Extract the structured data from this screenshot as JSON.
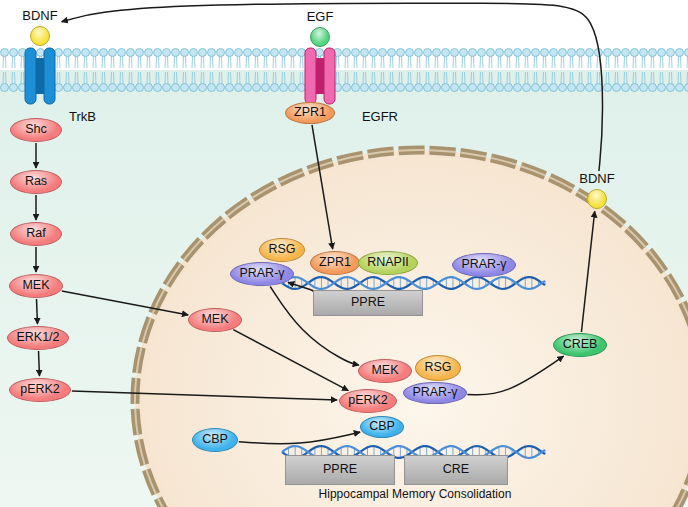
{
  "diagram": {
    "nodes": [
      {
        "text": [
          "BDNF"
        ]
      },
      {
        "text": [
          "TrkB"
        ]
      },
      {
        "text": [
          "EGF"
        ]
      },
      {
        "text": [
          "EGFR"
        ]
      },
      {
        "text": [
          "ZPR1"
        ]
      },
      {
        "text": [
          "Shc"
        ]
      },
      {
        "text": [
          "Ras"
        ]
      },
      {
        "text": [
          "Raf"
        ]
      },
      {
        "text": [
          "MEK"
        ]
      },
      {
        "text": [
          "ERK1/2"
        ]
      },
      {
        "text": [
          "pERK2"
        ]
      },
      {
        "text": [
          "ZPR1"
        ]
      },
      {
        "text": [
          "RNAPII"
        ]
      },
      {
        "text": [
          "PRAR-γ"
        ]
      },
      {
        "text": [
          "PPRE"
        ]
      },
      {
        "text": [
          "RSG"
        ]
      },
      {
        "text": [
          "PRAR-γ"
        ]
      },
      {
        "text": [
          "MEK"
        ]
      },
      {
        "text": [
          "MEK"
        ]
      },
      {
        "text": [
          "RSG"
        ]
      },
      {
        "text": [
          "PRAR-γ"
        ]
      },
      {
        "text": [
          "pERK2"
        ]
      },
      {
        "text": [
          "CBP"
        ]
      },
      {
        "text": [
          "CBP"
        ]
      },
      {
        "text": [
          "PPRE"
        ]
      },
      {
        "text": [
          "CRE"
        ]
      },
      {
        "text": [
          "CREB"
        ]
      },
      {
        "text": [
          "BDNF"
        ]
      }
    ],
    "edges": [
      {
        "from": 5,
        "to": 6,
        "arrow": "to"
      },
      {
        "from": 6,
        "to": 7,
        "arrow": "to"
      },
      {
        "from": 7,
        "to": 8,
        "arrow": "to"
      },
      {
        "from": 8,
        "to": 9,
        "arrow": "to"
      },
      {
        "from": 9,
        "to": 10,
        "arrow": "to"
      },
      {
        "from": 8,
        "to": 17,
        "arrow": "to"
      },
      {
        "from": 4,
        "to": 11,
        "arrow": "to"
      },
      {
        "from": 14,
        "to": 16,
        "arrow": "to"
      },
      {
        "from": 16,
        "to": 18,
        "arrow": "to"
      },
      {
        "from": 17,
        "to": 21,
        "arrow": "to"
      },
      {
        "from": 10,
        "to": 21,
        "arrow": "to"
      },
      {
        "from": 23,
        "to": 22,
        "arrow": "to"
      },
      {
        "from": 20,
        "to": 26,
        "arrow": "to"
      },
      {
        "from": 26,
        "to": 27,
        "arrow": "to"
      },
      {
        "from": 27,
        "to": 0,
        "arrow": "to"
      }
    ],
    "labels": [
      "Hippocampal Memory Consolidation"
    ]
  }
}
